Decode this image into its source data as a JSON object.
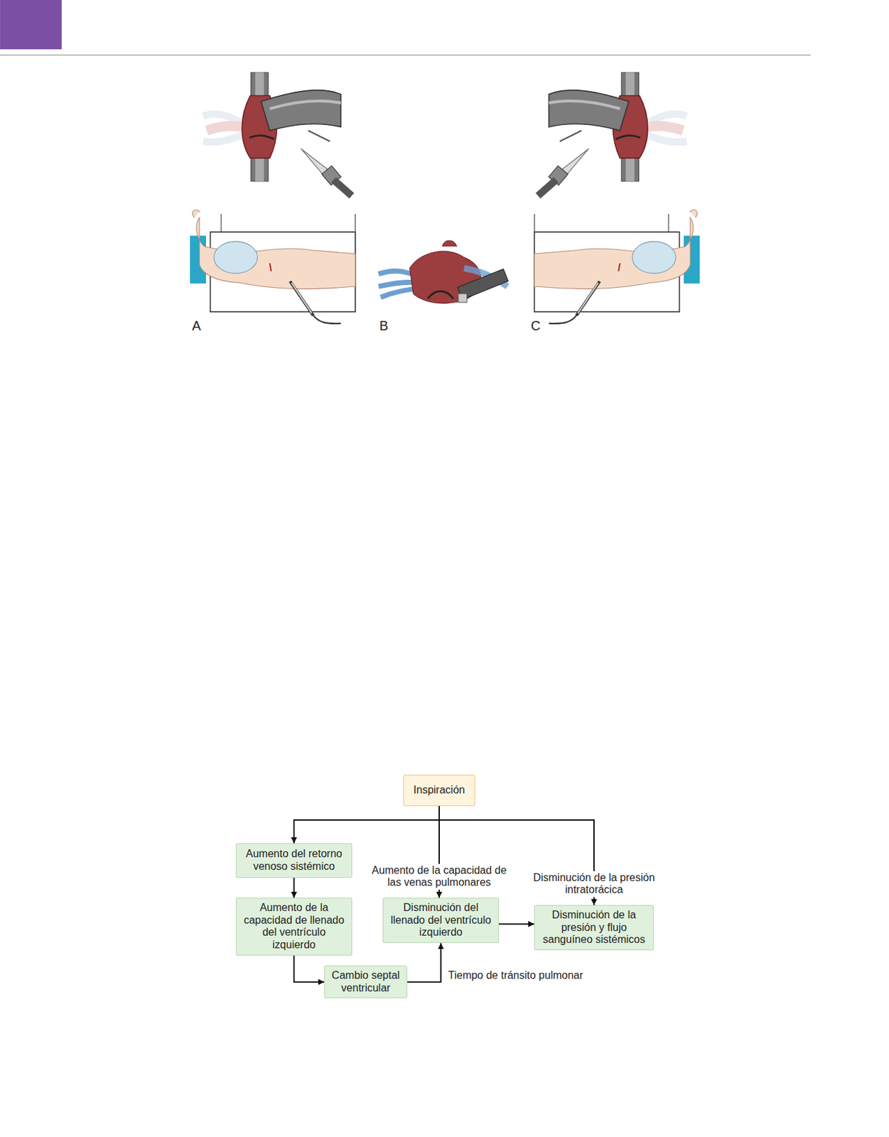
{
  "diagram": {
    "nodes": [
      {
        "text": [
          "Inspiración"
        ]
      },
      {
        "text": [
          "Aumento del retorno venoso sistémico"
        ]
      },
      {
        "text": [
          "Aumento de la capacidad de llenado del ventrículo izquierdo"
        ]
      },
      {
        "text": [
          "Cambio septal ventricular"
        ]
      },
      {
        "text": [
          "Disminución del llenado del ventrículo izquierdo"
        ]
      },
      {
        "text": [
          "Disminución de la presión y flujo sanguíneo sistémicos"
        ]
      }
    ],
    "edges": [
      {
        "from": 0,
        "to": 1,
        "arrow": "to"
      },
      {
        "from": 0,
        "to": 4,
        "arrow": "to",
        "label": "Aumento de la capacidad de las venas pulmonares"
      },
      {
        "from": 0,
        "to": 5,
        "arrow": "to",
        "label": "Disminución de la presión intratorácica"
      },
      {
        "from": 1,
        "to": 2,
        "arrow": "to"
      },
      {
        "from": 2,
        "to": 3,
        "arrow": "to"
      },
      {
        "from": 3,
        "to": 4,
        "arrow": "to",
        "label": "Tiempo de tránsito pulmonar"
      },
      {
        "from": 4,
        "to": 5,
        "arrow": "to"
      }
    ],
    "labels": [
      "A",
      "B",
      "C"
    ]
  }
}
